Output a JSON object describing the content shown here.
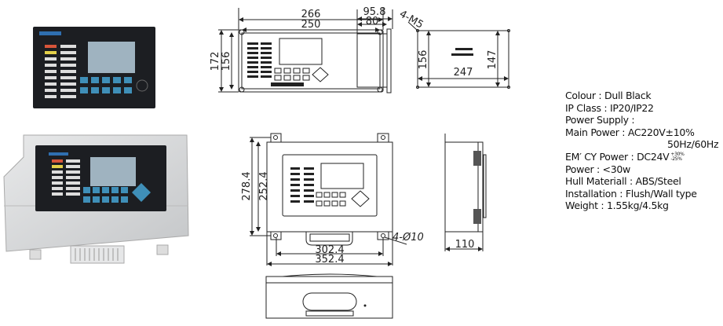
{
  "drawings": {
    "front_panel": {
      "overall_width": "266",
      "mount_width": "250",
      "overall_height": "172",
      "mount_height": "156"
    },
    "side_panel": {
      "overall_depth": "95.8",
      "body_depth": "80"
    },
    "cutout": {
      "screws": "4-M5",
      "height": "156",
      "inner_height": "147",
      "width": "247"
    },
    "wall_box": {
      "overall_height": "278.4",
      "mount_height": "252.4",
      "mount_width": "302.4",
      "overall_width": "352.4",
      "holes": "4-Ø10"
    },
    "wall_box_side": {
      "depth": "110"
    }
  },
  "specs": {
    "colour": "Colour : Dull Black",
    "ip_class": "IP Class : IP20/IP22",
    "power_supply": "Power Supply :",
    "main_power": "Main Power : AC220V±10%",
    "main_freq": "50Hz/60Hz",
    "emcy_power": "EM′  CY Power : DC24V",
    "emcy_tol_plus": "+30%",
    "emcy_tol_minus": "-25%",
    "power": "Power : <30w",
    "hull": "Hull Materiall : ABS/Steel",
    "installation": "Installation : Flush/Wall type",
    "weight": "Weight : 1.55kg/4.5kg"
  },
  "colors": {
    "panel": "#1c1e22",
    "screen": "#9fb3c0",
    "keys": "#3f8fb8",
    "steel": "#d9dadb"
  }
}
